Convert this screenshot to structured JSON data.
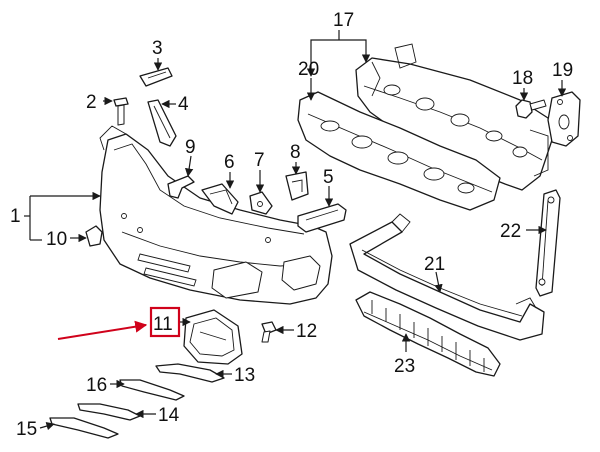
{
  "callouts": {
    "c1": "1",
    "c2": "2",
    "c3": "3",
    "c4": "4",
    "c5": "5",
    "c6": "6",
    "c7": "7",
    "c8": "8",
    "c9": "9",
    "c10": "10",
    "c11": "11",
    "c12": "12",
    "c13": "13",
    "c14": "14",
    "c15": "15",
    "c16": "16",
    "c17": "17",
    "c18": "18",
    "c19": "19",
    "c20": "20",
    "c21": "21",
    "c22": "22",
    "c23": "23"
  },
  "highlight": {
    "part": "11",
    "color": "#d0021b"
  }
}
